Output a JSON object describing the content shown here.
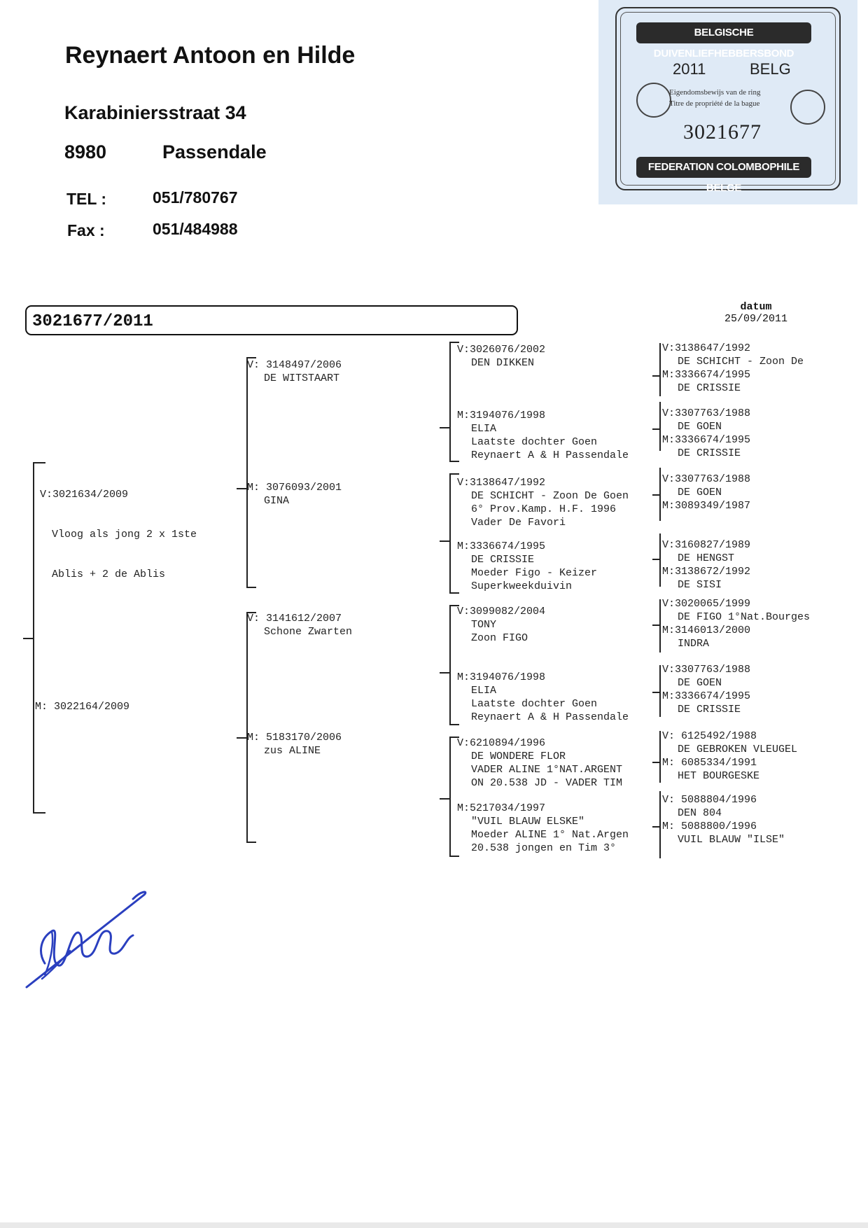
{
  "breeder": {
    "name": "Reynaert Antoon en Hilde",
    "street": "Karabiniersstraat 34",
    "postcode": "8980",
    "city": "Passendale",
    "tel_label": "TEL :",
    "tel": "051/780767",
    "fax_label": "Fax :",
    "fax": "051/484988"
  },
  "stamp": {
    "top_banner": "BELGISCHE DUIVENLIEFHEBBERSBOND",
    "year": "2011",
    "country": "BELG",
    "line1": "Eigendomsbewijs van de ring",
    "line2": "Titre de propriété de la bague",
    "ring_number": "3021677",
    "bottom_banner": "FEDERATION COLOMBOPHILE BELGE"
  },
  "ring": "3021677/2011",
  "datum": {
    "label": "datum",
    "value": "25/09/2011"
  },
  "gen1": {
    "sire": {
      "lines": [
        "V:3021634/2009",
        "Vloog als jong 2 x 1ste",
        "Ablis + 2 de Ablis"
      ]
    },
    "dam": {
      "lines": [
        "M: 3022164/2009"
      ]
    }
  },
  "gen2": [
    {
      "lines": [
        "V: 3148497/2006",
        "DE WITSTAART"
      ]
    },
    {
      "lines": [
        "M: 3076093/2001",
        "GINA"
      ]
    },
    {
      "lines": [
        "V: 3141612/2007",
        "Schone Zwarten"
      ]
    },
    {
      "lines": [
        "M: 5183170/2006",
        "zus ALINE"
      ]
    }
  ],
  "gen3": [
    {
      "lines": [
        "V:3026076/2002",
        "DEN DIKKEN"
      ]
    },
    {
      "lines": [
        "M:3194076/1998",
        "ELIA",
        "Laatste dochter Goen",
        "Reynaert A & H Passendale"
      ]
    },
    {
      "lines": [
        "V:3138647/1992",
        "DE SCHICHT - Zoon De Goen",
        "6° Prov.Kamp. H.F. 1996",
        "Vader De Favori"
      ]
    },
    {
      "lines": [
        "M:3336674/1995",
        "DE CRISSIE",
        "Moeder Figo - Keizer",
        "Superkweekduivin"
      ]
    },
    {
      "lines": [
        "V:3099082/2004",
        "TONY",
        "Zoon FIGO"
      ]
    },
    {
      "lines": [
        "M:3194076/1998",
        "ELIA",
        "Laatste dochter Goen",
        "Reynaert A & H Passendale"
      ]
    },
    {
      "lines": [
        "V:6210894/1996",
        "DE WONDERE FLOR",
        "VADER ALINE 1°NAT.ARGENT",
        "ON 20.538 JD - VADER TIM"
      ]
    },
    {
      "lines": [
        "M:5217034/1997",
        "\"VUIL BLAUW ELSKE\"",
        "Moeder ALINE 1° Nat.Argen",
        "20.538 jongen en Tim 3°"
      ]
    }
  ],
  "gen4": [
    {
      "sire": [
        "V:3138647/1992",
        "DE SCHICHT - Zoon De"
      ],
      "dam": [
        "M:3336674/1995",
        "DE CRISSIE"
      ]
    },
    {
      "sire": [
        "V:3307763/1988",
        "DE GOEN"
      ],
      "dam": [
        "M:3336674/1995",
        "DE CRISSIE"
      ]
    },
    {
      "sire": [
        "V:3307763/1988",
        "DE GOEN"
      ],
      "dam": [
        "M:3089349/1987"
      ]
    },
    {
      "sire": [
        "V:3160827/1989",
        "DE HENGST"
      ],
      "dam": [
        "M:3138672/1992",
        "DE SISI"
      ]
    },
    {
      "sire": [
        "V:3020065/1999",
        "DE FIGO 1°Nat.Bourges"
      ],
      "dam": [
        "M:3146013/2000",
        "INDRA"
      ]
    },
    {
      "sire": [
        "V:3307763/1988",
        "DE GOEN"
      ],
      "dam": [
        "M:3336674/1995",
        "DE CRISSIE"
      ]
    },
    {
      "sire": [
        "V: 6125492/1988",
        "DE GEBROKEN VLEUGEL"
      ],
      "dam": [
        "M: 6085334/1991",
        "HET BOURGESKE"
      ]
    },
    {
      "sire": [
        "V: 5088804/1996",
        "DEN 804"
      ],
      "dam": [
        "M: 5088800/1996",
        "VUIL BLAUW \"ILSE\""
      ]
    }
  ],
  "colors": {
    "ink": "#222222",
    "stamp_bg": "#dfeaf6",
    "signature": "#2233bb"
  }
}
